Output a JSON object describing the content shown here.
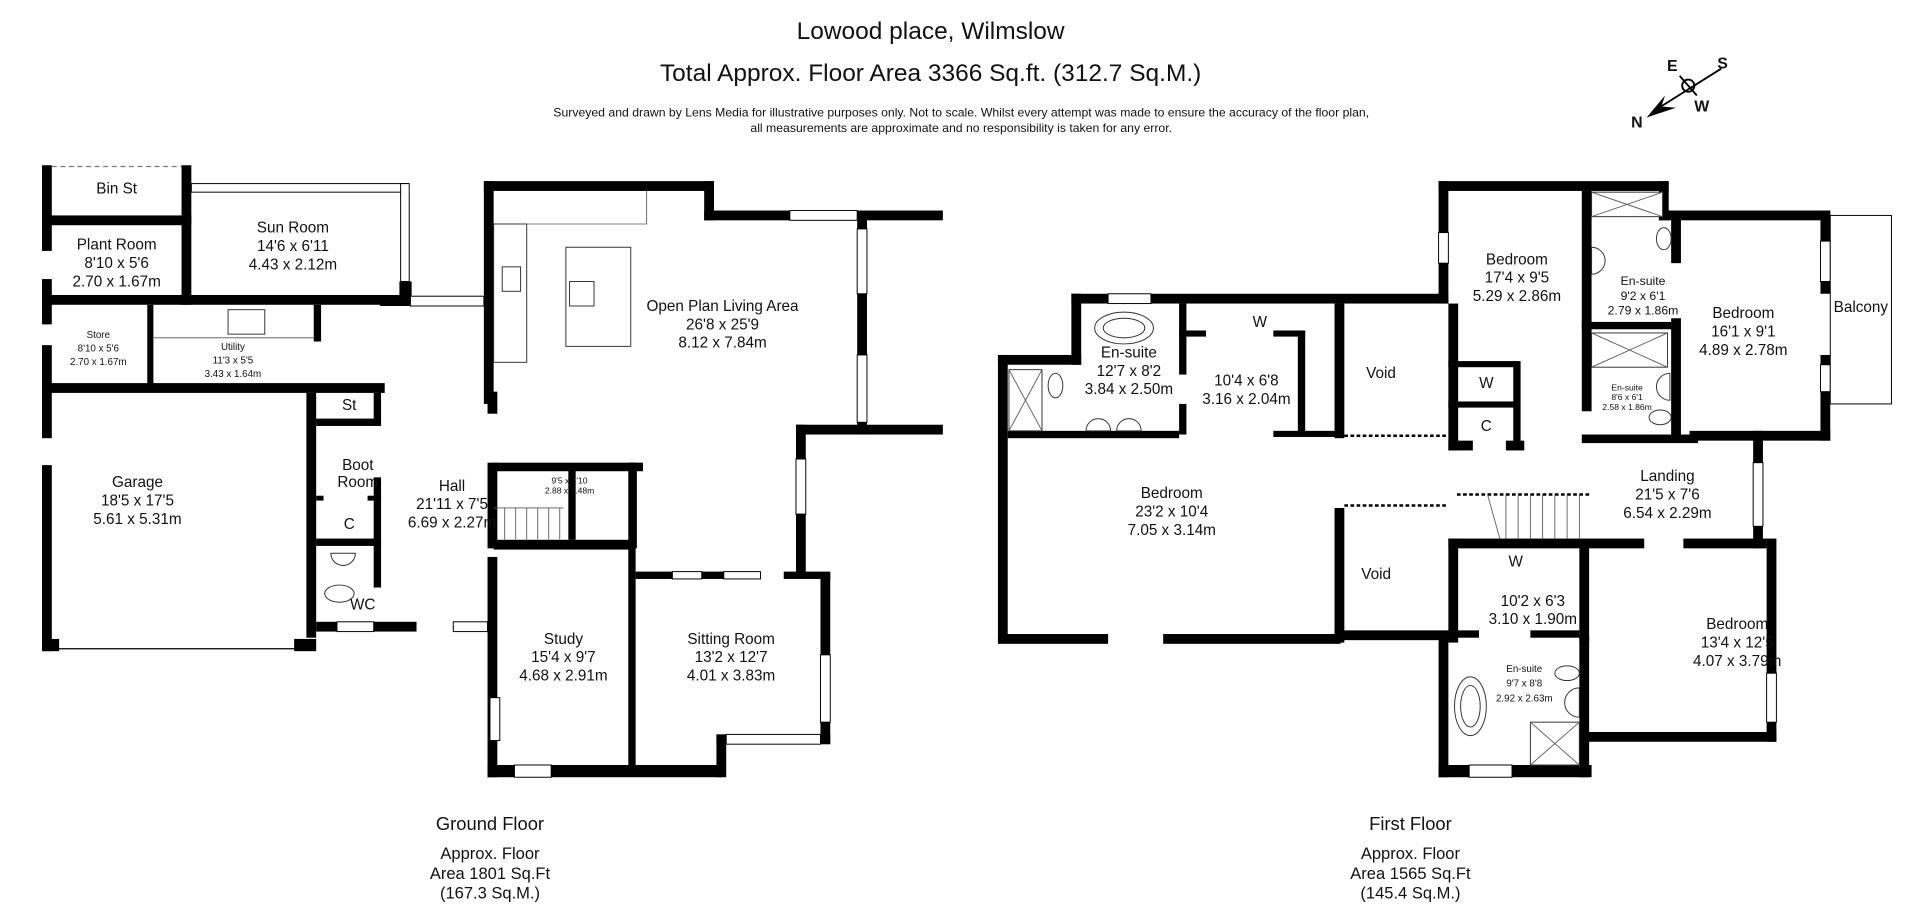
{
  "header": {
    "title": "Lowood place, Wilmslow",
    "total_area": "Total Approx. Floor Area 3366 Sq.ft. (312.7 Sq.M.)",
    "disclaimer_1": "Surveyed and drawn by Lens Media for illustrative purposes only. Not to scale. Whilst every attempt was made to ensure the accuracy of the floor plan,",
    "disclaimer_2": "all measurements are approximate and no responsibility is taken for any error."
  },
  "compass": {
    "n": "N",
    "e": "E",
    "s": "S",
    "w": "W"
  },
  "ground_floor": {
    "label": "Ground Floor",
    "area_1": "Approx. Floor",
    "area_2": "Area 1801 Sq.Ft",
    "area_3": "(167.3 Sq.M.)",
    "rooms": [
      {
        "name": "Bin St"
      },
      {
        "name": "Plant Room",
        "imperial": "8'10 x 5'6",
        "metric": "2.70 x 1.67m"
      },
      {
        "name": "Sun Room",
        "imperial": "14'6 x 6'11",
        "metric": "4.43 x 2.12m"
      },
      {
        "name": "Store",
        "imperial": "8'10 x 5'6",
        "metric": "2.70 x 1.67m"
      },
      {
        "name": "Utility",
        "imperial": "11'3 x 5'5",
        "metric": "3.43 x 1.64m"
      },
      {
        "name": "St"
      },
      {
        "name_lines": [
          "Boot",
          "Room"
        ]
      },
      {
        "name": "C"
      },
      {
        "name": "WC"
      },
      {
        "name": "Garage",
        "imperial": "18'5 x 17'5",
        "metric": "5.61 x 5.31m"
      },
      {
        "name": "Hall",
        "imperial": "21'11 x 7'5",
        "metric": "6.69 x 2.27m"
      },
      {
        "imperial": "9'5 x 4'10",
        "metric": "2.88 x 1.48m"
      },
      {
        "name": "Open Plan Living Area",
        "imperial": "26'8 x 25'9",
        "metric": "8.12 x 7.84m"
      },
      {
        "name": "Study",
        "imperial": "15'4 x 9'7",
        "metric": "4.68 x 2.91m"
      },
      {
        "name": "Sitting Room",
        "imperial": "13'2 x 12'7",
        "metric": "4.01 x 3.83m"
      }
    ]
  },
  "first_floor": {
    "label": "First Floor",
    "area_1": "Approx. Floor",
    "area_2": "Area 1565 Sq.Ft",
    "area_3": "(145.4 Sq.M.)",
    "rooms": [
      {
        "name": "En-suite",
        "imperial": "12'7 x 8'2",
        "metric": "3.84 x 2.50m"
      },
      {
        "name": "W"
      },
      {
        "imperial": "10'4 x 6'8",
        "metric": "3.16 x 2.04m"
      },
      {
        "name": "Void"
      },
      {
        "name": "Bedroom",
        "imperial": "17'4 x 9'5",
        "metric": "5.29 x 2.86m"
      },
      {
        "name": "En-suite",
        "imperial": "9'2 x 6'1",
        "metric": "2.79 x 1.86m"
      },
      {
        "name": "W"
      },
      {
        "name": "C"
      },
      {
        "name": "En-suite",
        "imperial": "8'6 x 6'1",
        "metric": "2.58 x 1.86m"
      },
      {
        "name": "Bedroom",
        "imperial": "16'1 x 9'1",
        "metric": "4.89 x 2.78m"
      },
      {
        "name": "Balcony"
      },
      {
        "name": "Bedroom",
        "imperial": "23'2 x 10'4",
        "metric": "7.05 x 3.14m"
      },
      {
        "name": "Landing",
        "imperial": "21'5 x 7'6",
        "metric": "6.54 x 2.29m"
      },
      {
        "name": "Void"
      },
      {
        "name": "W"
      },
      {
        "imperial": "10'2 x 6'3",
        "metric": "3.10 x 1.90m"
      },
      {
        "name": "Bedroom",
        "imperial": "13'4 x 12'5",
        "metric": "4.07 x 3.79m"
      },
      {
        "name": "En-suite",
        "imperial": "9'7 x 8'8",
        "metric": "2.92 x 2.63m"
      }
    ]
  }
}
